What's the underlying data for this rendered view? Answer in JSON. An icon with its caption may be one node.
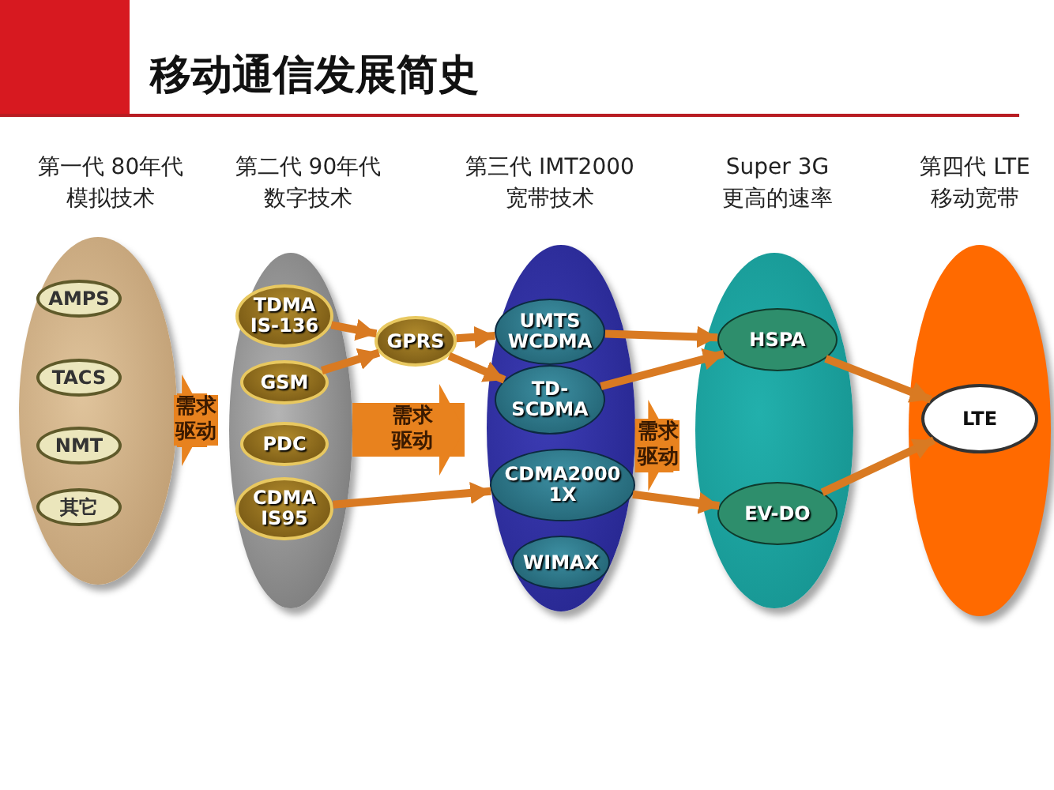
{
  "diagram": {
    "title": "移动通信发展简史",
    "nodes": [
      {
        "text": [
          "第一代 80年代",
          "模拟技术"
        ]
      },
      {
        "text": [
          "AMPS"
        ],
        "in": 0
      },
      {
        "text": [
          "TACS"
        ],
        "in": 0
      },
      {
        "text": [
          "NMT"
        ],
        "in": 0
      },
      {
        "text": [
          "其它"
        ],
        "in": 0
      },
      {
        "text": [
          "第二代 90年代",
          "数字技术"
        ]
      },
      {
        "text": [
          "TDMA IS-136"
        ],
        "in": 5
      },
      {
        "text": [
          "GSM"
        ],
        "in": 5
      },
      {
        "text": [
          "PDC"
        ],
        "in": 5
      },
      {
        "text": [
          "CDMA IS95"
        ],
        "in": 5
      },
      {
        "text": [
          "GPRS"
        ]
      },
      {
        "text": [
          "第三代 IMT2000",
          "宽带技术"
        ]
      },
      {
        "text": [
          "UMTS WCDMA"
        ],
        "in": 11
      },
      {
        "text": [
          "TD-SCDMA"
        ],
        "in": 11
      },
      {
        "text": [
          "CDMA2000 1X"
        ],
        "in": 11
      },
      {
        "text": [
          "WIMAX"
        ],
        "in": 11
      },
      {
        "text": [
          "Super 3G",
          "更高的速率"
        ]
      },
      {
        "text": [
          "HSPA"
        ],
        "in": 16
      },
      {
        "text": [
          "EV-DO"
        ],
        "in": 16
      },
      {
        "text": [
          "第四代 LTE",
          "移动宽带"
        ]
      },
      {
        "text": [
          "LTE"
        ],
        "in": 19
      }
    ],
    "edges": [
      {
        "from": 0,
        "to": 5,
        "arrow": "to",
        "label": "需求驱动",
        "style": "thick"
      },
      {
        "from": 5,
        "to": 11,
        "arrow": "to",
        "label": "需求驱动",
        "style": "thick"
      },
      {
        "from": 11,
        "to": 16,
        "arrow": "to",
        "label": "需求驱动",
        "style": "thick"
      },
      {
        "from": 6,
        "to": 10,
        "arrow": "to"
      },
      {
        "from": 7,
        "to": 10,
        "arrow": "to"
      },
      {
        "from": 10,
        "to": 12,
        "arrow": "to"
      },
      {
        "from": 10,
        "to": 13,
        "arrow": "to"
      },
      {
        "from": 9,
        "to": 14,
        "arrow": "to"
      },
      {
        "from": 12,
        "to": 17,
        "arrow": "to"
      },
      {
        "from": 13,
        "to": 17,
        "arrow": "to"
      },
      {
        "from": 14,
        "to": 18,
        "arrow": "to"
      },
      {
        "from": 17,
        "to": 20,
        "arrow": "to"
      },
      {
        "from": 18,
        "to": 20,
        "arrow": "to"
      }
    ]
  }
}
